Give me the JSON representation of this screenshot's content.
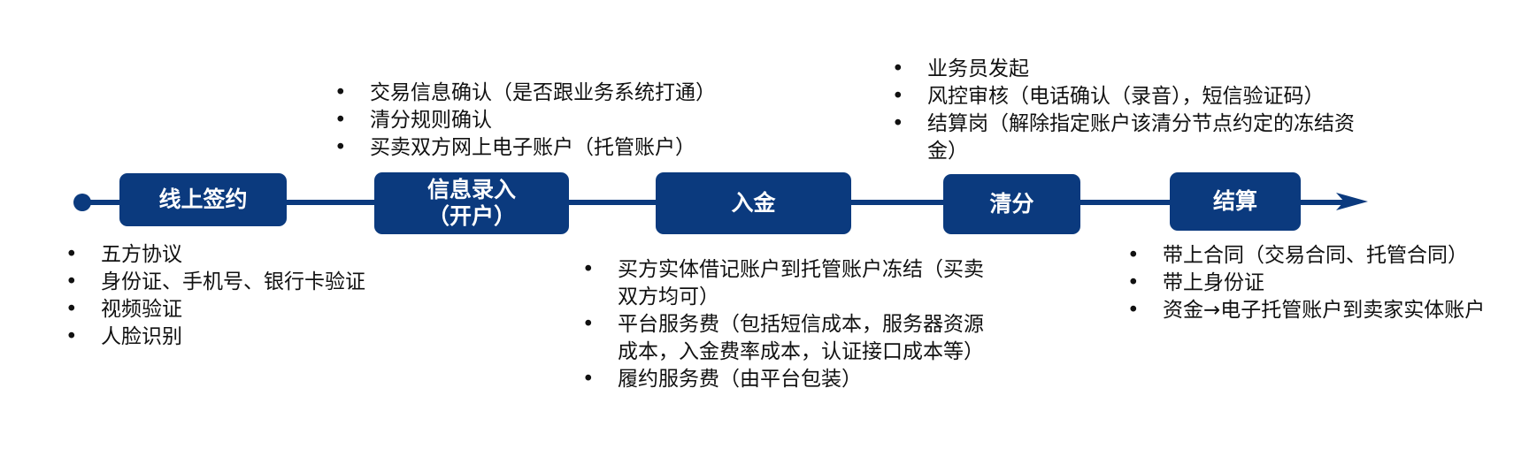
{
  "stages": [
    {
      "lines": [
        "线上签约"
      ]
    },
    {
      "lines": [
        "信息录入",
        "（开户）"
      ]
    },
    {
      "lines": [
        "入金"
      ]
    },
    {
      "lines": [
        "清分"
      ]
    },
    {
      "lines": [
        "结算"
      ]
    }
  ],
  "notes": {
    "sign_online": [
      "五方协议",
      "身份证、手机号、银行卡验证",
      "视频验证",
      "人脸识别"
    ],
    "info_entry": [
      "交易信息确认（是否跟业务系统打通）",
      "清分规则确认",
      "买卖双方网上电子账户（托管账户）"
    ],
    "deposit": [
      "买方实体借记账户到托管账户冻结（买卖双方均可）",
      "平台服务费（包括短信成本，服务器资源成本，入金费率成本，认证接口成本等）",
      "履约服务费（由平台包装）"
    ],
    "clearing": [
      "业务员发起",
      "风控审核（电话确认（录音），短信验证码）",
      "结算岗（解除指定账户该清分节点约定的冻结资金）"
    ],
    "settlement": [
      "带上合同（交易合同、托管合同）",
      "带上身份证",
      "资金→电子托管账户到卖家实体账户"
    ]
  },
  "colors": {
    "primary": "#0b3a7e",
    "text": "#111111"
  }
}
